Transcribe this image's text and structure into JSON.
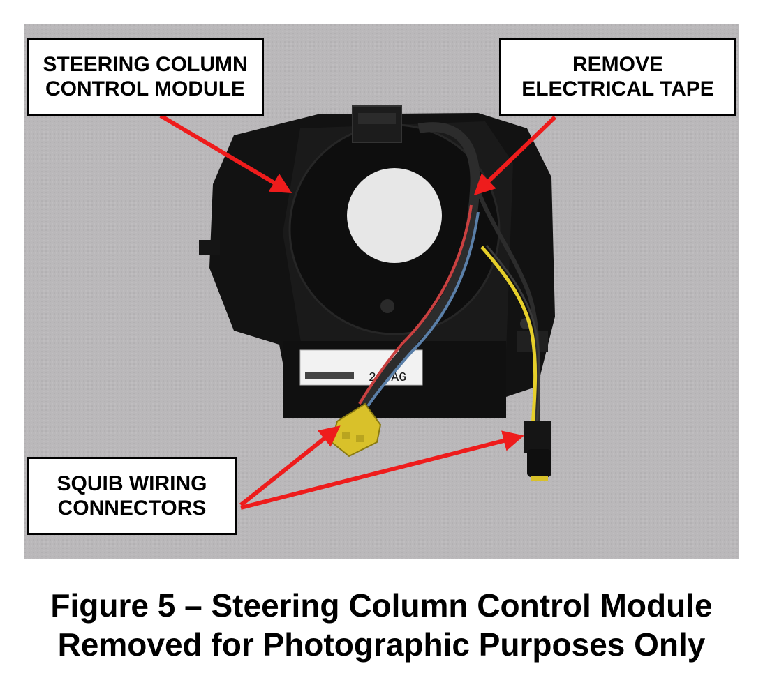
{
  "callouts": {
    "steering_column_module": {
      "line1": "STEERING COLUMN",
      "line2": "CONTROL MODULE"
    },
    "electrical_tape": {
      "line1": "REMOVE",
      "line2": "ELECTRICAL TAPE"
    },
    "squib_wiring": {
      "line1": "SQUIB WIRING",
      "line2": "CONNECTORS"
    }
  },
  "caption": {
    "line1": "Figure 5 – Steering Column Control Module",
    "line2": "Removed for Photographic Purposes Only"
  },
  "label": {
    "text": "216AG"
  },
  "colors": {
    "arrow": "#ee1c1c",
    "module": "#141414",
    "background": "#b9b7b9",
    "connector_yellow": "#d9c12a"
  }
}
